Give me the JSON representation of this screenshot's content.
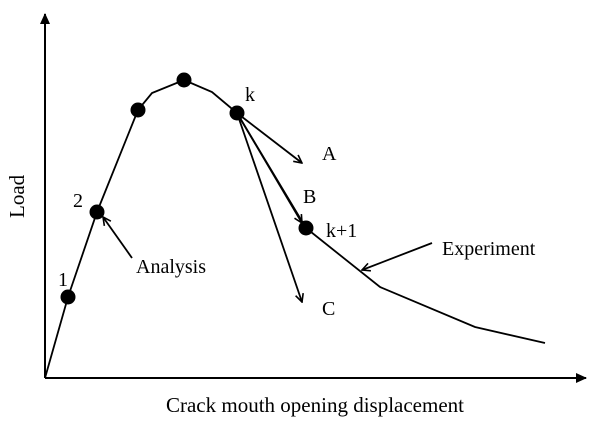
{
  "axes": {
    "xlabel": "Crack mouth opening displacement",
    "ylabel": "Load"
  },
  "points": {
    "p1": "1",
    "p2": "2",
    "pk": "k",
    "pk1": "k+1"
  },
  "directions": {
    "a": "A",
    "b": "B",
    "c": "C"
  },
  "annotations": {
    "analysis": "Analysis",
    "experiment": "Experiment"
  }
}
